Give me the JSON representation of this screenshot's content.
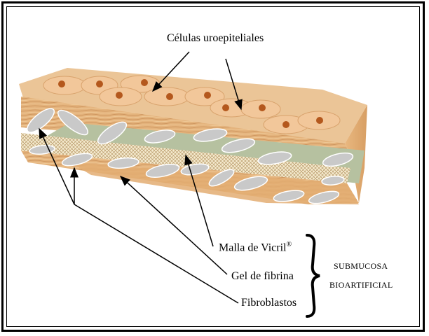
{
  "labels": {
    "top": "Células uroepiteliales",
    "layers": [
      "Malla de Vicril",
      "Gel de fibrina",
      "Fibroblastos"
    ],
    "trademark": "®",
    "group": [
      "SUBMUCOSA",
      "BIOARTIFICIAL"
    ]
  },
  "colors": {
    "epithelium": "#e8bf8f",
    "cell": "#f0c596",
    "nucleus": "#b4581d",
    "gel": "#b7c1a0",
    "mesh": "#f4e8c6",
    "fibroblast": "#c9c9c9",
    "stroma": "#e6b37a"
  }
}
